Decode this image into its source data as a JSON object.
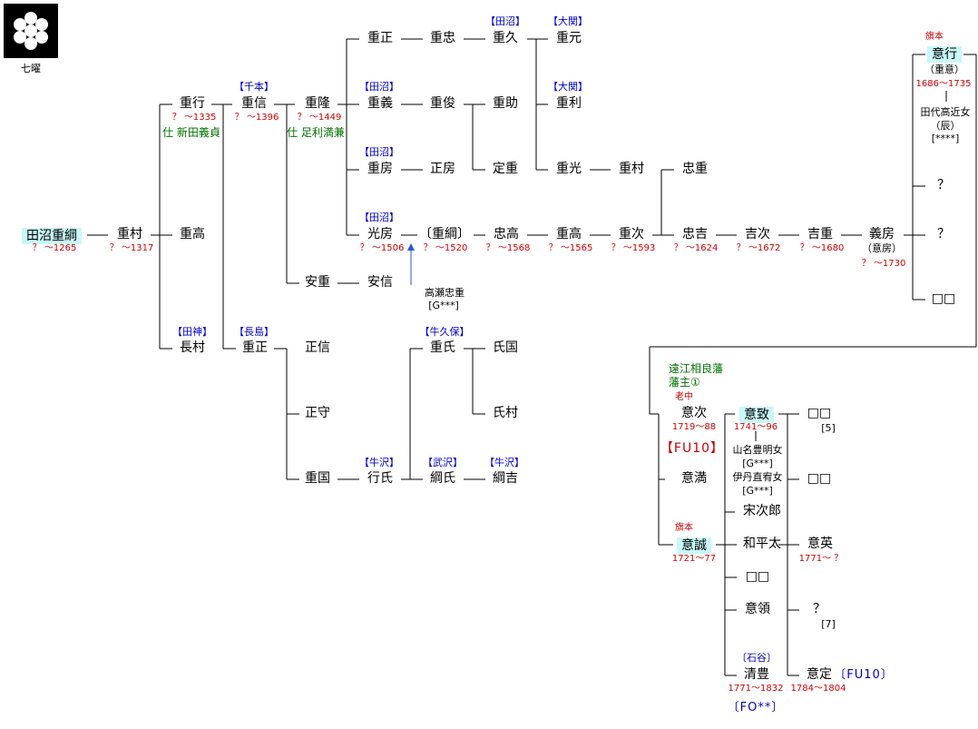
{
  "crest": {
    "icon": "seven-circles-crest-icon",
    "caption": "七曜"
  },
  "colors": {
    "line": "#000000",
    "year": "#d40000",
    "tag": "#0000cc",
    "note": "#007000",
    "highlight": "#c8f8f8"
  },
  "persons": {
    "shigetsuna": "田沼重綱",
    "shigetsuna_y": "？ ～1265",
    "shigemura": "重村",
    "shigemura_y": "？ ～1317",
    "shigeyuki": "重行",
    "shigeyuki_y": "？ ～1335",
    "shigeyuki_note": "仕 新田義貞",
    "shigetaka1": "重高",
    "nagamura": "長村",
    "nagamura_tag": "【田神】",
    "shigenobu": "重信",
    "shigenobu_tag": "【千本】",
    "shigenobu_y": "？ ～1396",
    "shigemasa_n": "重正",
    "shigemasa_n_tag": "【長島】",
    "shigetaka2": "重隆",
    "shigetaka2_y": "？ ～1449",
    "shigetaka2_note": "仕 足利満兼",
    "yasushige": "安重",
    "yasunobu": "安信",
    "shigemasa": "重正",
    "shigetada": "重忠",
    "shigehisa": "重久",
    "shigehisa_tag": "【田沼】",
    "shigemoto": "重元",
    "shigemoto_tag": "【大関】",
    "shigeyoshi": "重義",
    "shigeyoshi_tag": "【田沼】",
    "shigetoshi": "重俊",
    "shigesuke": "重助",
    "shigetoshi2": "重利",
    "shigetoshi2_tag": "【大関】",
    "shigefusa": "重房",
    "shigefusa_tag": "【田沼】",
    "masafusa": "正房",
    "sadashige": "定重",
    "shigemitsu": "重光",
    "shigemura2": "重村",
    "tadashige": "忠重",
    "mitsufusa": "光房",
    "mitsufusa_tag": "【田沼】",
    "mitsufusa_y": "？ ～1506",
    "shigetsuna2": "〔重綱〕",
    "shigetsuna2_y": "？ ～1520",
    "takase": "高瀬忠重",
    "takase_g": "[G***]",
    "tadataka": "忠高",
    "tadataka_y": "？ ～1568",
    "shigetaka3": "重高",
    "shigetaka3_y": "？ ～1565",
    "shigetsugu": "重次",
    "shigetsugu_y": "？ ～1593",
    "tadayoshi": "忠吉",
    "tadayoshi_y": "？ ～1624",
    "yoshitsugu": "吉次",
    "yoshitsugu_y": "？ ～1672",
    "yoshishige": "吉重",
    "yoshishige_y": "？ ～1680",
    "yoshifusa": "義房",
    "yoshifusa_alias": "（意房）",
    "yoshifusa_y": "？ ～1730",
    "okiyuki_badge": "旗本",
    "okiyuki": "意行",
    "okiyuki_alias": "（重意）",
    "okiyuki_y": "1686～1735",
    "wife1": "田代高近女",
    "wife1_alias": "（辰）",
    "wife1_id": "[****]",
    "q1": "？",
    "q2": "？",
    "sq1": "□□",
    "masanori": "正信",
    "masamori": "正守",
    "shigekuni": "重国",
    "shigeuji": "重氏",
    "shigeuji_tag": "【牛久保】",
    "ujikuni": "氏国",
    "ujimura": "氏村",
    "yukiuji": "行氏",
    "yukiuji_tag": "【牛沢】",
    "tsunauji": "綱氏",
    "tsunauji_tag": "【武沢】",
    "tsunayoshi": "綱吉",
    "tsunayoshi_tag": "【牛沢】",
    "sagara_note1": "遠江相良藩",
    "sagara_note2": "藩主①",
    "okitsugu_badge": "老中",
    "okitsugu": "意次",
    "okitsugu_y": "1719～88",
    "okitsugu_fu": "【FU10】",
    "okimitsu": "意満",
    "okinobu_badge": "旗本",
    "okinobu": "意誠",
    "okinobu_y": "1721～77",
    "okitomo": "意致",
    "okitomo_y": "1741～96",
    "wife2": "山名豊明女",
    "wife2_g": "[G***]",
    "wife3": "伊丹直宥女",
    "wife3_g": "[G***]",
    "sojiro": "宋次郎",
    "wahei": "和平太",
    "sq_mid": "□□",
    "okimine": "意領",
    "kiyotoyo_tag": "〔石谷〕",
    "kiyotoyo": "清豊",
    "kiyotoyo_y": "1771～1832",
    "kiyotoyo_fo": "〔FO**〕",
    "sq_r1": "□□",
    "sq_r1_n": "[5]",
    "sq_r2": "□□",
    "okihide": "意英",
    "okihide_y": "1771～ ？",
    "q_r": "？",
    "q_r_n": "[7]",
    "okisada": "意定",
    "okisada_y": "1784～1804",
    "okisada_fu": "〔FU10〕"
  }
}
